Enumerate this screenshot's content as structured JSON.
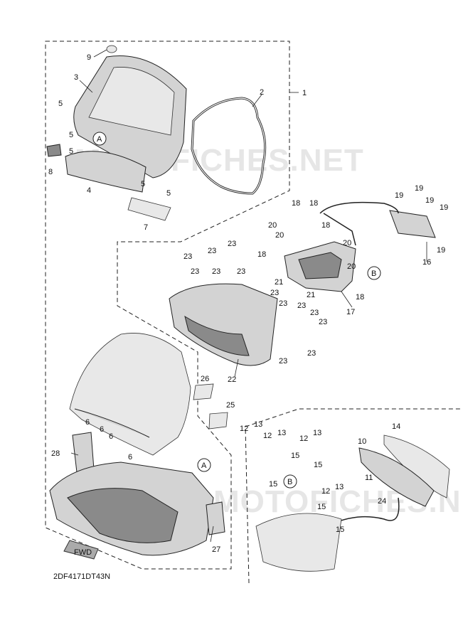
{
  "diagram_code": "2DF4171DT43N",
  "watermark": "MOTOFICHES.NET",
  "fwd_label": "FWD",
  "reference_marks": [
    "A",
    "B"
  ],
  "callouts": [
    "1",
    "2",
    "3",
    "4",
    "5",
    "6",
    "7",
    "8",
    "9",
    "10",
    "11",
    "12",
    "13",
    "14",
    "15",
    "16",
    "17",
    "18",
    "19",
    "20",
    "21",
    "22",
    "23",
    "24",
    "25",
    "26",
    "27",
    "28"
  ]
}
